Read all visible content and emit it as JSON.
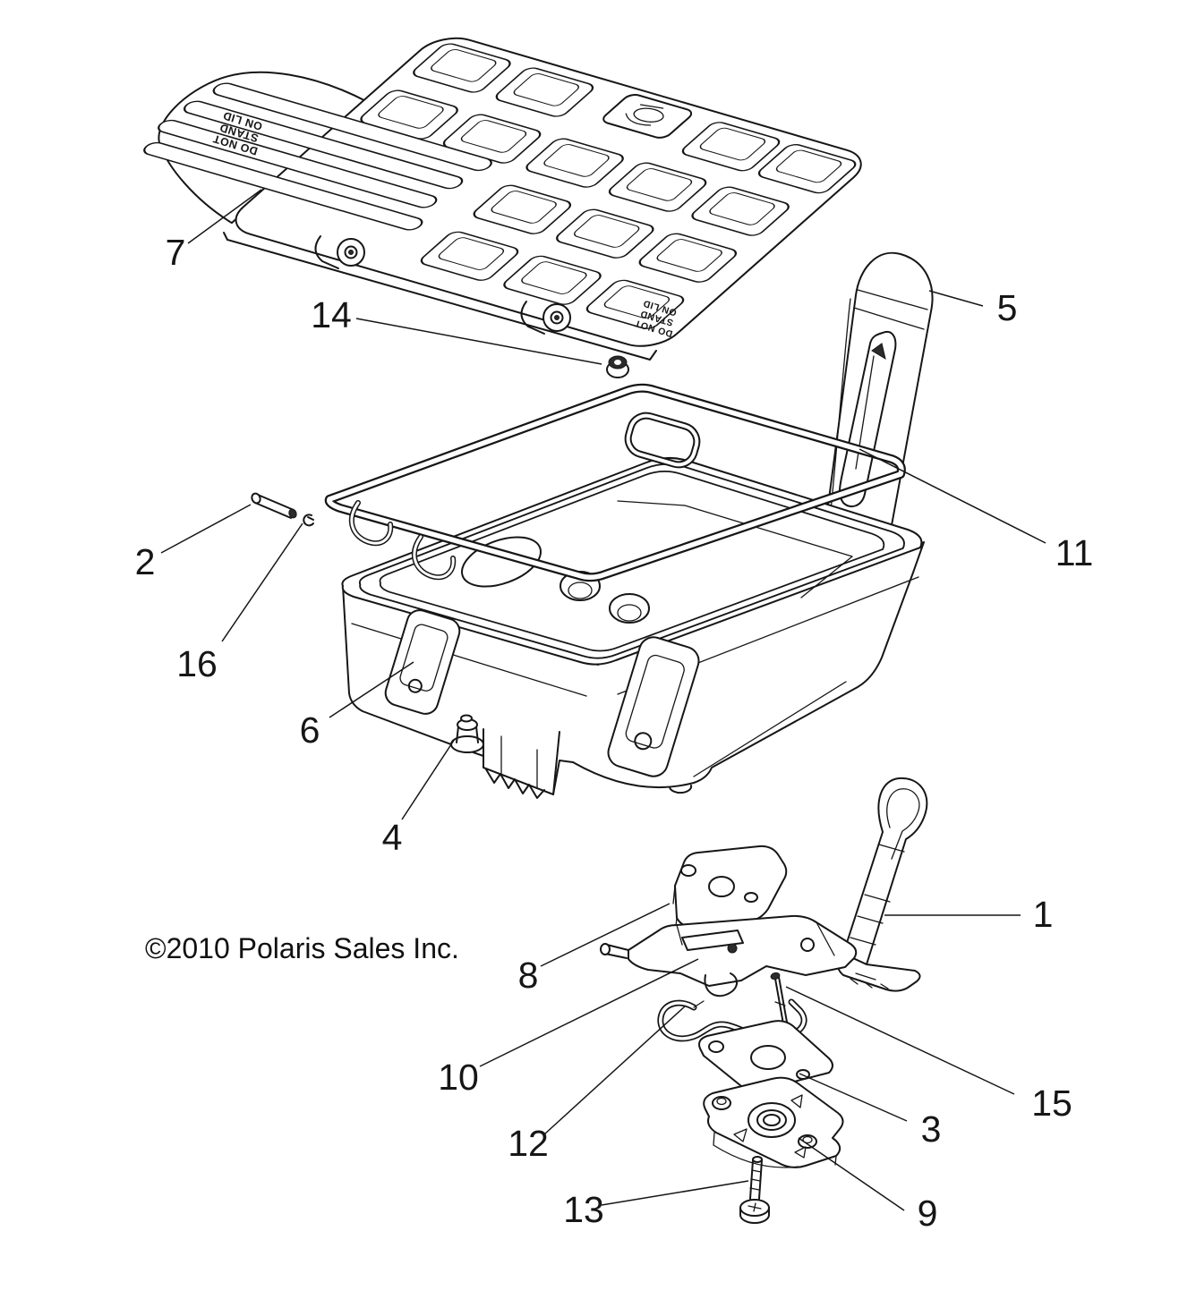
{
  "diagram": {
    "copyright": "©2010 Polaris Sales Inc.",
    "lid_emboss": {
      "line1": "DO NOT",
      "line2": "STAND",
      "line3": "ON LID"
    },
    "callouts": {
      "c1": {
        "label": "1"
      },
      "c2": {
        "label": "2"
      },
      "c3": {
        "label": "3"
      },
      "c4": {
        "label": "4"
      },
      "c5": {
        "label": "5"
      },
      "c6": {
        "label": "6"
      },
      "c7": {
        "label": "7"
      },
      "c8": {
        "label": "8"
      },
      "c9": {
        "label": "9"
      },
      "c10": {
        "label": "10"
      },
      "c11": {
        "label": "11"
      },
      "c12": {
        "label": "12"
      },
      "c13": {
        "label": "13"
      },
      "c14": {
        "label": "14"
      },
      "c15": {
        "label": "15"
      },
      "c16": {
        "label": "16"
      }
    }
  }
}
